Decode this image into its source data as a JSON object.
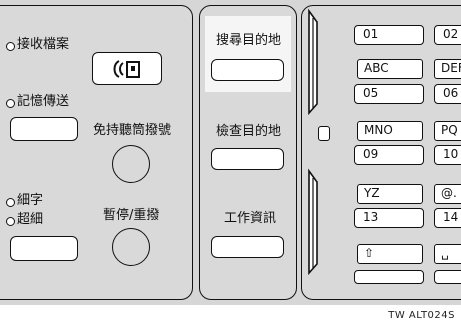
{
  "left_section": {
    "receive_file_label": "接收檔案",
    "memory_transmit_label": "記憶傳送",
    "on_hook_dial_label": "免持聽筒撥號",
    "fine_label": "細字",
    "superfine_label": "超細",
    "pause_redial_label": "暫停/重撥"
  },
  "middle_section": {
    "search_destination_label": "搜尋目的地",
    "check_destination_label": "檢查目的地",
    "job_information_label": "工作資訊"
  },
  "quick_dial": {
    "row1": [
      "01",
      "02"
    ],
    "row2": [
      "ABC",
      "DEF"
    ],
    "row3": [
      "05",
      "06"
    ],
    "row4": [
      "MNO",
      "PQ"
    ],
    "row5": [
      "09",
      "10"
    ],
    "row6": [
      "YZ",
      "@."
    ],
    "row7": [
      "13",
      "14"
    ],
    "row8": [
      "⇧",
      "␣"
    ]
  },
  "figure_code": "TW ALT024S"
}
